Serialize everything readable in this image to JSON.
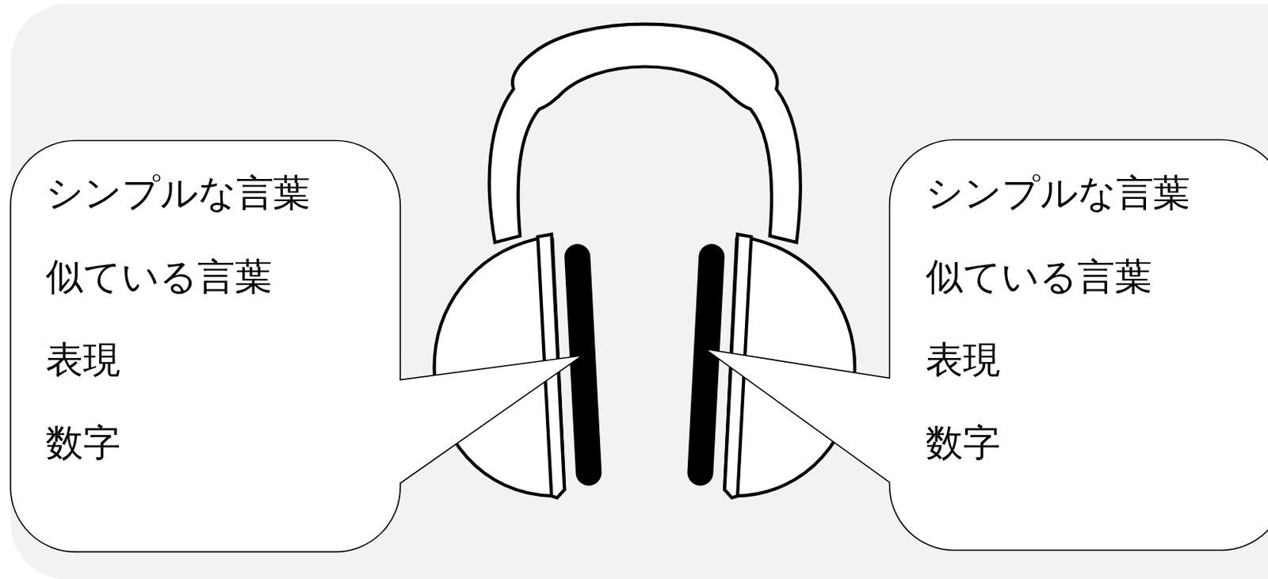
{
  "diagram": {
    "nodes": [
      {
        "text": [
          "シンプルな言葉",
          "似ている言葉",
          "表現",
          "数字"
        ]
      },
      {
        "text": [
          "シンプルな言葉",
          "似ている言葉",
          "表現",
          "数字"
        ]
      }
    ]
  }
}
